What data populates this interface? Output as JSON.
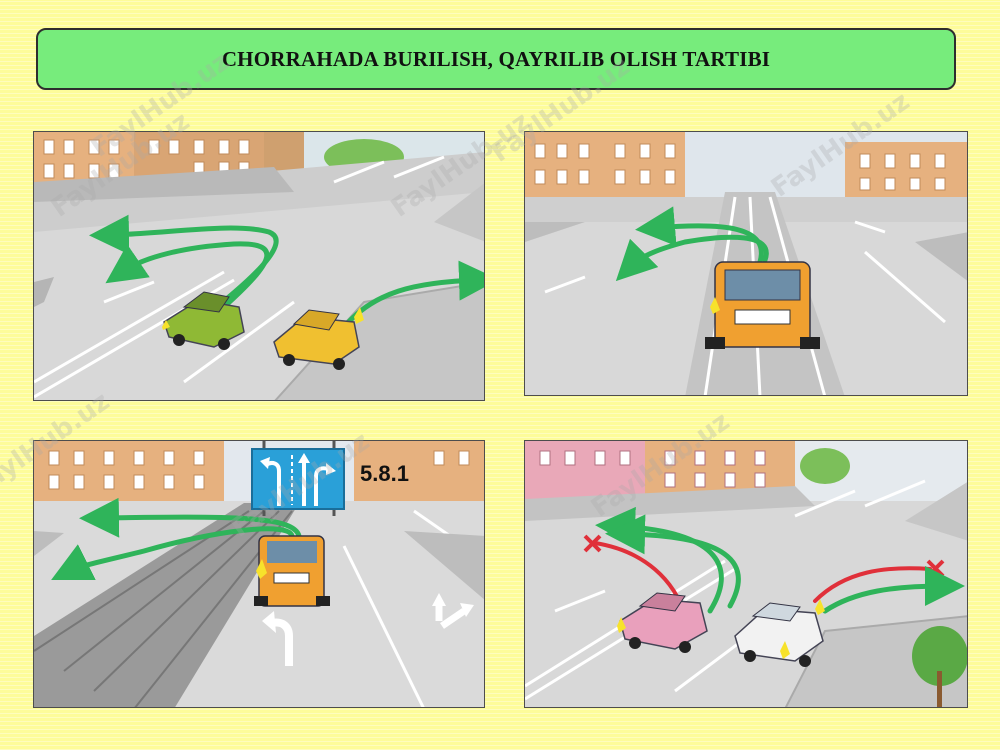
{
  "title": "CHORRAHADA BURILISH, QAYRILIB OLISH TARTIBI",
  "watermark": "FaylHub.uz",
  "sign_code": "5.8.1",
  "colors": {
    "background": "#fdfc9a",
    "title_bar": "#77ec7c",
    "allowed_arrow": "#2fb45a",
    "forbidden_arrow": "#e0303a",
    "sign_blue": "#2aa0d8"
  },
  "panels": [
    {
      "id": "panel-1",
      "icons": [
        "green-car-icon",
        "yellow-car-icon",
        "green-arrow-icon"
      ]
    },
    {
      "id": "panel-2",
      "icons": [
        "orange-suv-icon",
        "green-arrow-icon"
      ]
    },
    {
      "id": "panel-3",
      "icons": [
        "lane-sign-icon",
        "orange-car-icon",
        "road-arrow-icon"
      ]
    },
    {
      "id": "panel-4",
      "icons": [
        "pink-car-icon",
        "white-car-icon",
        "red-cross-icon",
        "green-arrow-icon"
      ]
    }
  ]
}
